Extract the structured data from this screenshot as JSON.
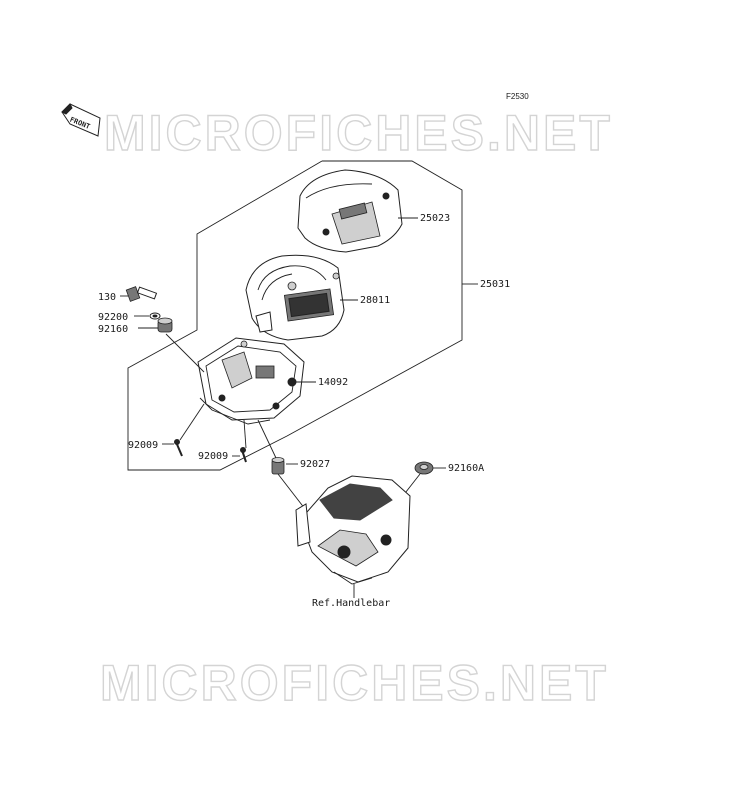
{
  "diagram_code": "F2530",
  "front_marker": "FRONT",
  "watermark_text": "MICROFICHES.NET",
  "labels": {
    "p25023": "25023",
    "p25031": "25031",
    "p28011": "28011",
    "p130": "130",
    "p92200": "92200",
    "p92160": "92160",
    "p14092": "14092",
    "p92009_left": "92009",
    "p92009_right": "92009",
    "p92027": "92027",
    "p92160a": "92160A",
    "ref_handlebar": "Ref.Handlebar"
  }
}
